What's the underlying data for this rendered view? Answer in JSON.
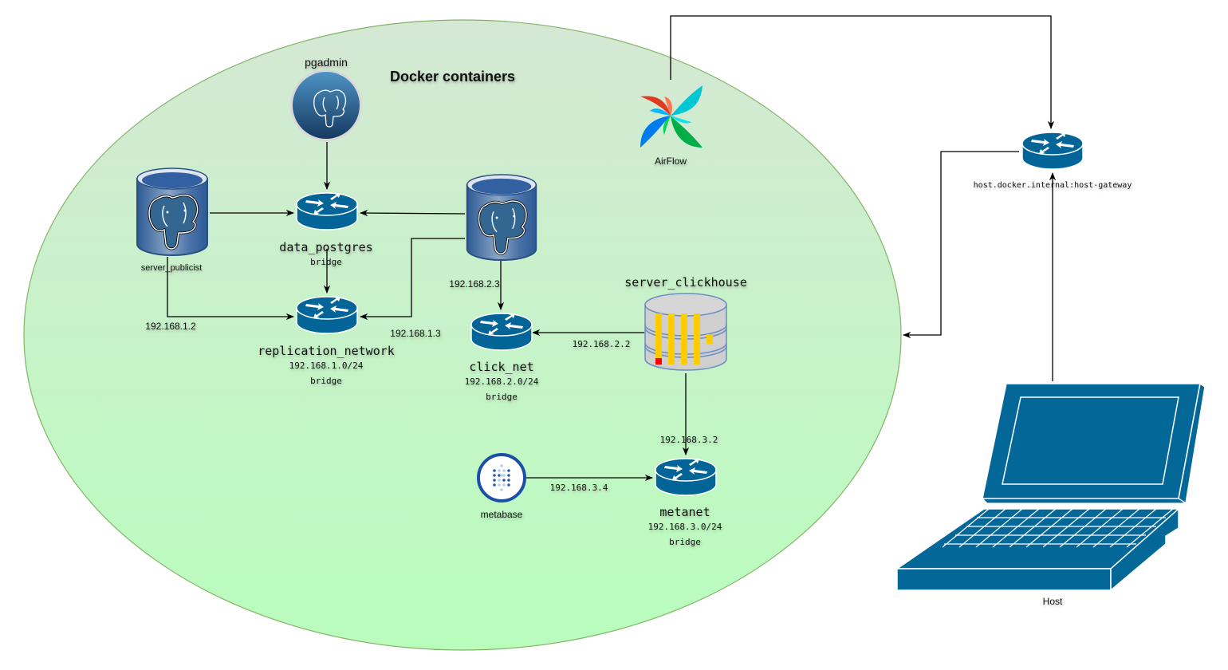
{
  "title": "Docker containers",
  "colors": {
    "ellipse_top": "#d5e8d4",
    "ellipse_bottom": "#b9fdbd",
    "ellipse_stroke": "#82b366",
    "router": "#036497",
    "laptop": "#036897",
    "postgres_blue": "#2f5e9c",
    "clickhouse_bar": "#ffcc00",
    "clickhouse_red": "#ff0000",
    "metabase_blue": "#1c4fa8"
  },
  "nodes": {
    "pgadmin": {
      "label": "pgadmin",
      "icon": "pgadmin-elephant-icon"
    },
    "server_publicist": {
      "label": "server_publicist",
      "icon": "postgres-database-icon"
    },
    "server_postgres_2": {
      "label": "",
      "icon": "postgres-database-icon"
    },
    "server_clickhouse": {
      "label": "server_clickhouse",
      "icon": "clickhouse-database-icon"
    },
    "metabase": {
      "label": "metabase",
      "icon": "metabase-icon"
    },
    "airflow": {
      "label": "AirFlow",
      "icon": "airflow-pinwheel-icon"
    },
    "host": {
      "label": "Host",
      "icon": "laptop-icon"
    }
  },
  "networks": {
    "data_postgres": {
      "name": "data_postgres",
      "subnet": "",
      "driver": "bridge"
    },
    "replication_network": {
      "name": "replication_network",
      "subnet": "192.168.1.0/24",
      "driver": "bridge"
    },
    "click_net": {
      "name": "click_net",
      "subnet": "192.168.2.0/24",
      "driver": "bridge"
    },
    "metanet": {
      "name": "metanet",
      "subnet": "192.168.3.0/24",
      "driver": "bridge"
    },
    "host_gateway": {
      "name": "host.docker.internal:host-gateway"
    }
  },
  "edge_labels": {
    "publicist_replication": "192.168.1.2",
    "postgres2_replication": "192.168.1.3",
    "postgres2_click": "192.168.2.3",
    "clickhouse_click": "192.168.2.2",
    "clickhouse_metanet": "192.168.3.2",
    "metabase_metanet": "192.168.3.4"
  }
}
